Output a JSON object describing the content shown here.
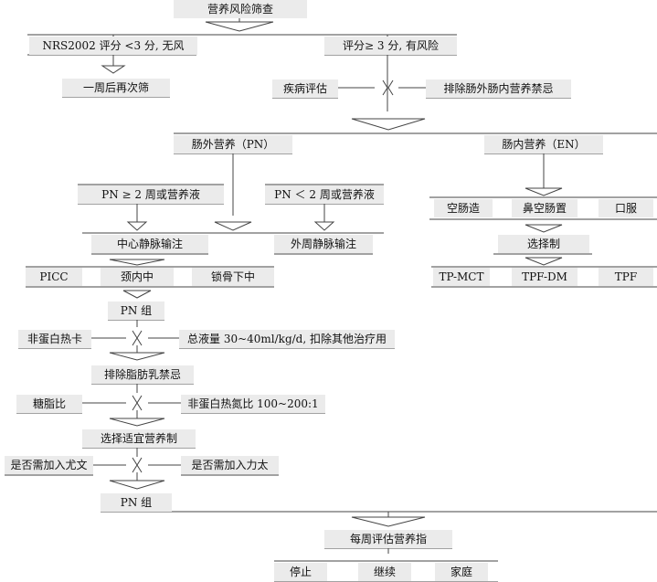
{
  "nodes": {
    "screening": "营养风险筛查",
    "nrs_low": "NRS2002 评分 <3 分, 无风",
    "nrs_high": "评分≥ 3 分, 有风险",
    "rescreen": "一周后再次筛",
    "disease_eval": "疾病评估",
    "exclude_contra": "排除肠外肠内营养禁忌",
    "pn": "肠外营养（PN）",
    "en": "肠内营养（EN）",
    "pn_ge2": "PN ≥ 2 周或营养液",
    "pn_lt2": "PN ＜ 2 周或营养液",
    "central_iv": "中心静脉输注",
    "peripheral_iv": "外周静脉输注",
    "picc": "PICC",
    "jugular": "颈内中",
    "subclavian": "锁骨下中",
    "pn_group_1": "PN 组",
    "non_protein_cal": "非蛋白热卡",
    "total_fluid": "总液量 30~40ml/kg/d, 扣除其他治疗用",
    "exclude_lipid": "排除脂肪乳禁忌",
    "glucose_lipid": "糖脂比",
    "cal_n_ratio": "非蛋白热氮比 100~200:1",
    "select_formula": "选择适宜营养制",
    "add_yw": "是否需加入尤文",
    "add_lt": "是否需加入力太",
    "pn_group_2": "PN 组",
    "weekly_eval": "每周评估营养指",
    "stop": "停止",
    "continue": "继续",
    "home": "家庭",
    "jejunostomy": "空肠造",
    "nasojejunal": "鼻空肠置",
    "oral": "口服",
    "select_prep": "选择制",
    "tp_mct": "TP-MCT",
    "tpf_dm": "TPF-DM",
    "tpf": "TPF"
  }
}
